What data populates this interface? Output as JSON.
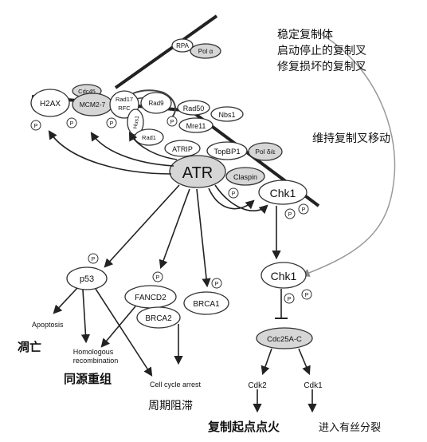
{
  "proteins": {
    "rpa": "RPA",
    "pol_alpha": "Pol α",
    "h2ax": "H2AX",
    "cdc45": "Cdc45",
    "mcm": "MCM2-7",
    "rad17": "Rad17",
    "rfc": "RFC",
    "rad9": "Rad9",
    "hus1": "Hus1",
    "rad1": "Rad1",
    "rad50": "Rad50",
    "nbs1": "Nbs1",
    "mre11": "Mre11",
    "atrip": "ATRIP",
    "topbp1": "TopBP1",
    "pol_de": "Pol δ/ε",
    "atr": "ATR",
    "claspin": "Claspin",
    "chk1_top": "Chk1",
    "chk1_mid": "Chk1",
    "p53": "p53",
    "fancd2": "FANCD2",
    "brca1": "BRCA1",
    "brca2": "BRCA2",
    "cdc25": "Cdc25A-C",
    "cdk2": "Cdk2",
    "cdk1": "Cdk1",
    "phospho": "P"
  },
  "labels": {
    "apoptosis": "Apoptosis",
    "homologous_1": "Homologous",
    "homologous_2": "recombination",
    "cell_cycle_arrest": "Cell cycle arrest"
  },
  "chinese": {
    "stabilize": "稳定复制体",
    "restart": "启动停止的复制叉",
    "repair": "修复损坏的复制叉",
    "maintain": "维持复制叉移动",
    "apoptosis": "凋亡",
    "homologous": "同源重组",
    "arrest": "周期阻滞",
    "origin": "复制起点点火",
    "mitosis": "进入有丝分裂"
  }
}
